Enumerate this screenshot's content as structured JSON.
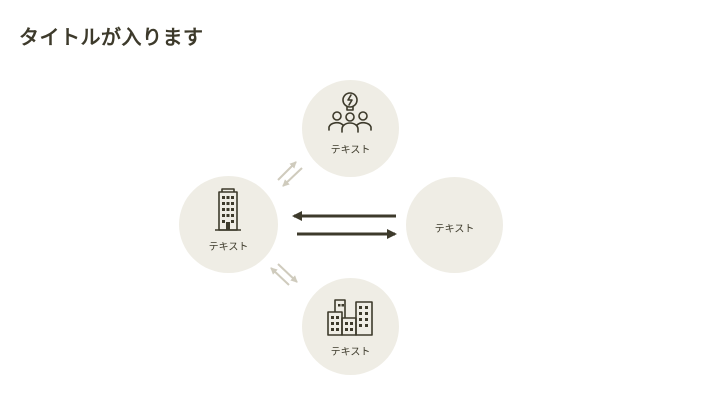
{
  "title": "タイトルが入ります",
  "nodes": {
    "top": {
      "label": "テキスト",
      "icon": "team-idea-icon"
    },
    "left": {
      "label": "テキスト",
      "icon": "office-building-icon"
    },
    "right": {
      "label": "テキスト"
    },
    "bottom": {
      "label": "テキスト",
      "icon": "city-buildings-icon"
    }
  },
  "colors": {
    "circle": "#efede5",
    "dark": "#3d3a2b",
    "light_arrow": "#cfcbbd"
  }
}
